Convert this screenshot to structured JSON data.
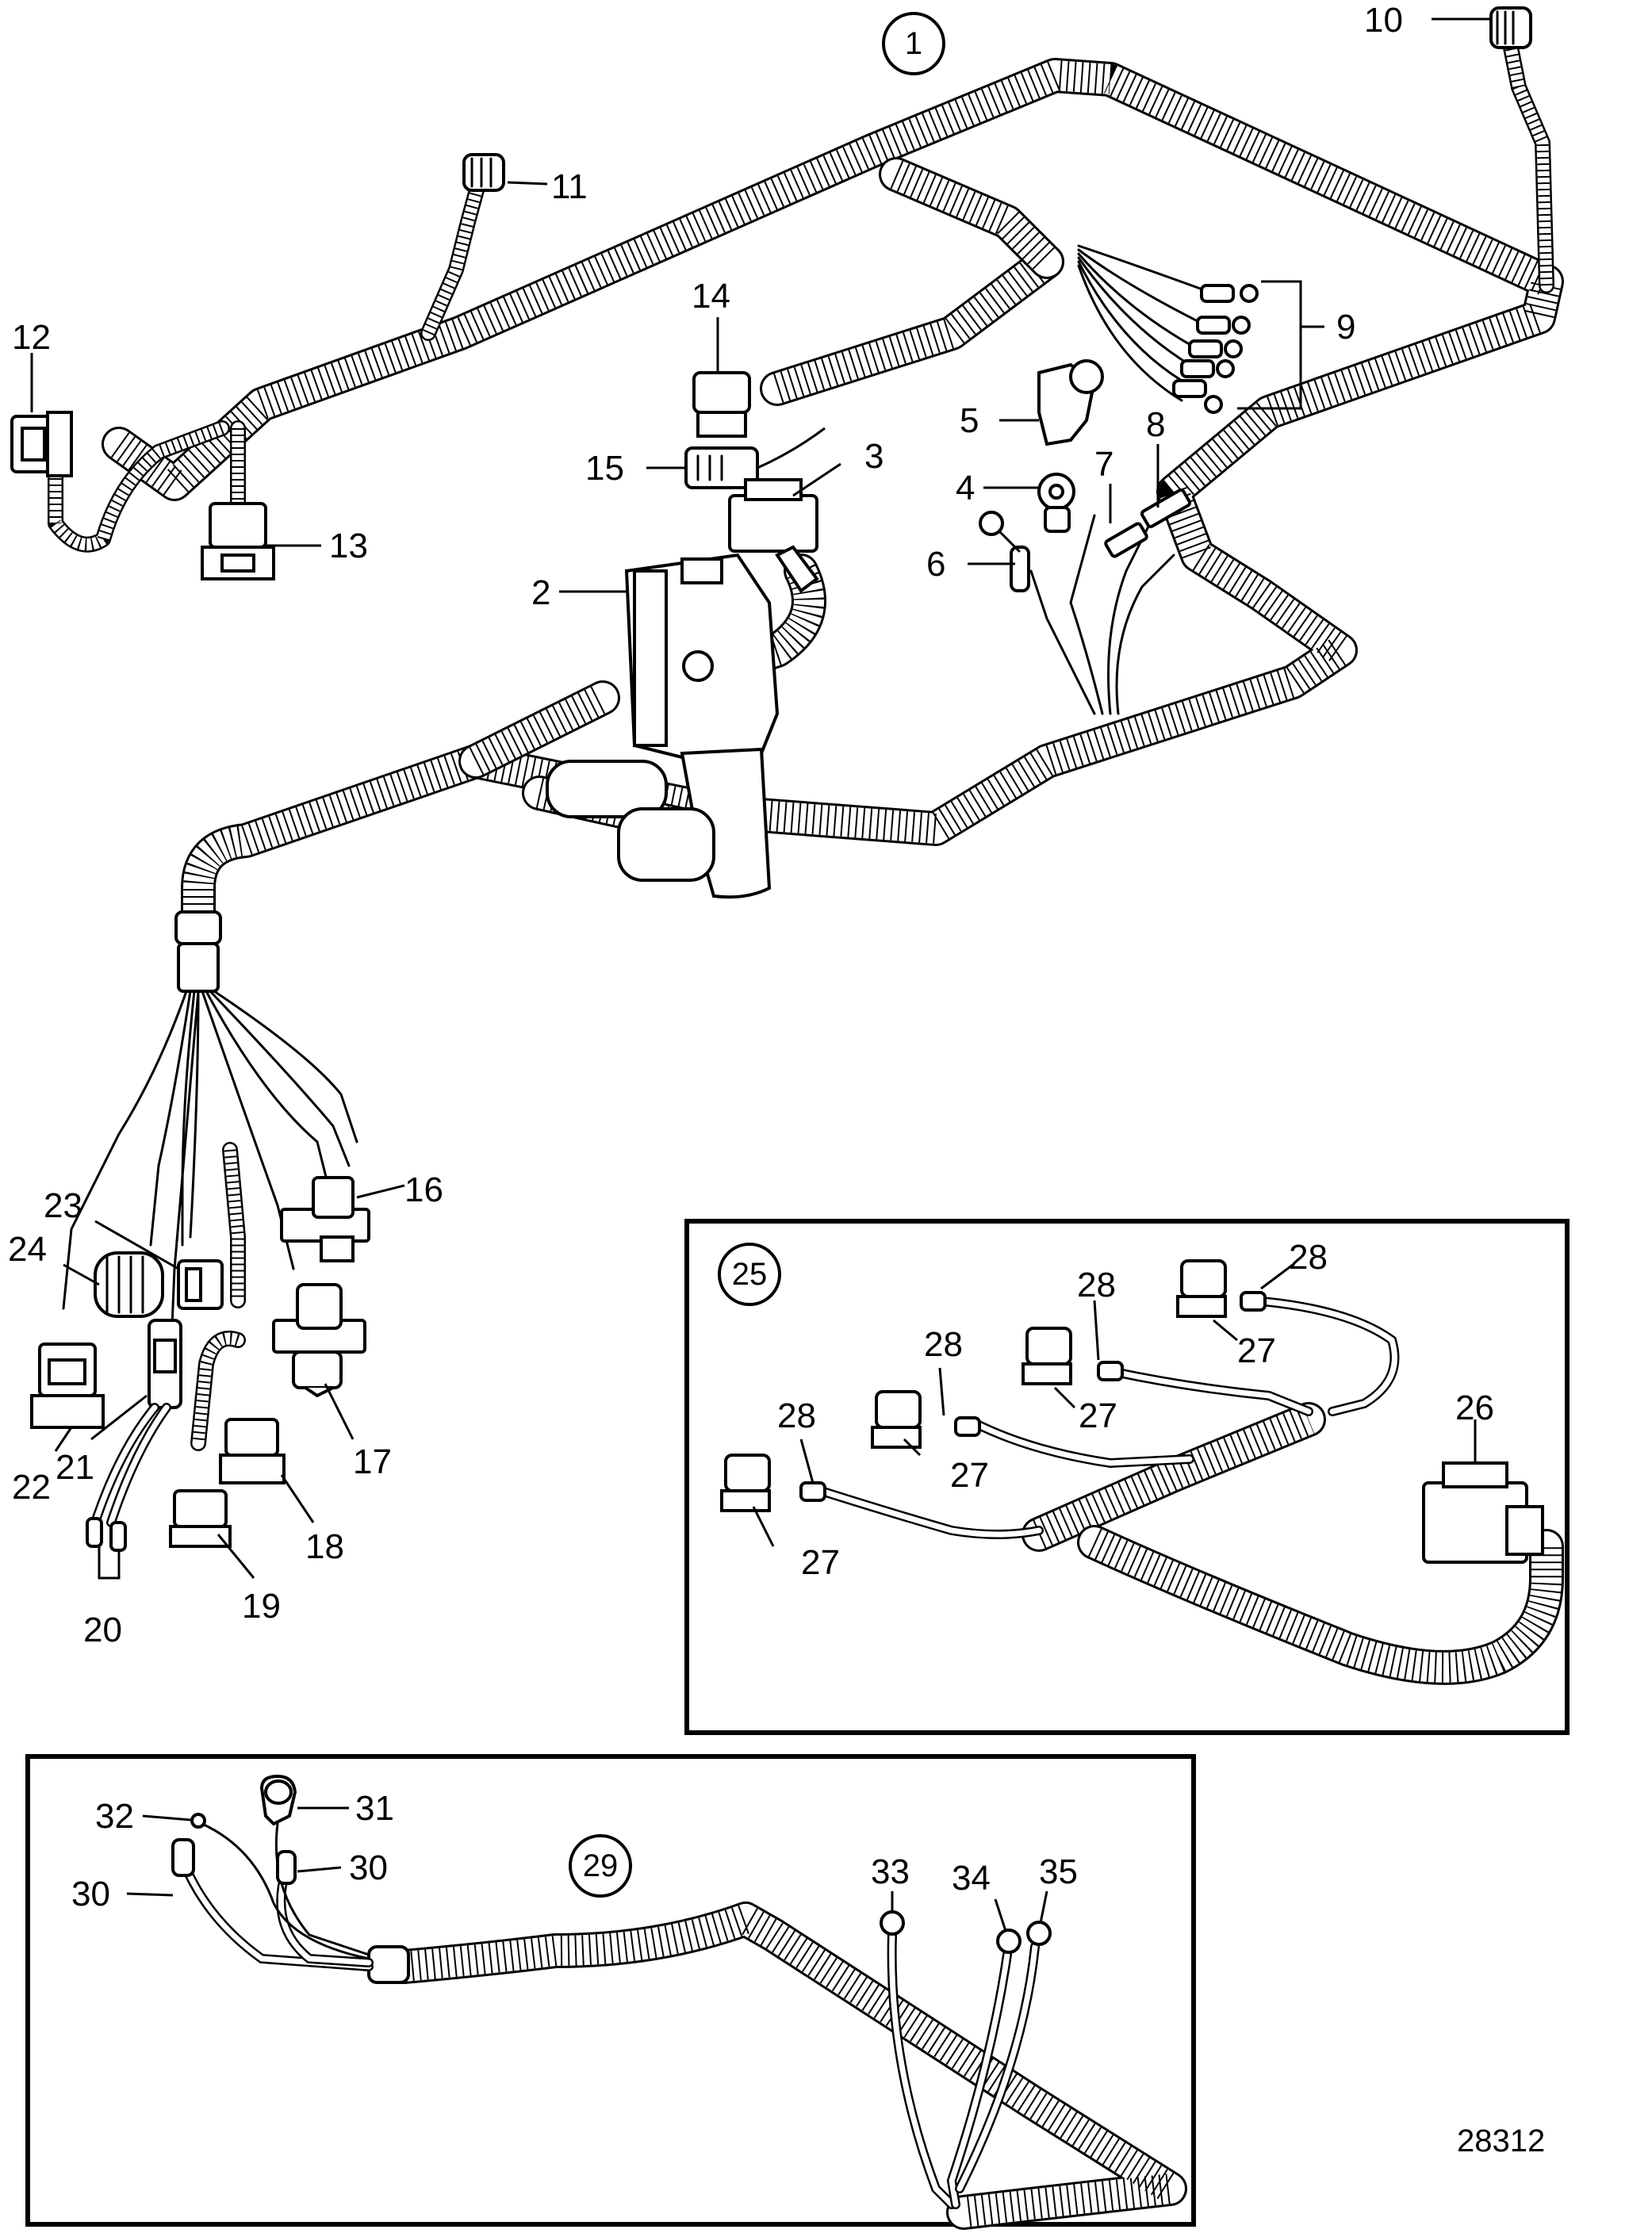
{
  "figure_number": "28312",
  "circled_refs": {
    "main": "1",
    "inset_a": "25",
    "inset_b": "29"
  },
  "labels": {
    "l2": "2",
    "l3": "3",
    "l4": "4",
    "l5": "5",
    "l6": "6",
    "l7": "7",
    "l8": "8",
    "l9": "9",
    "l10": "10",
    "l11": "11",
    "l12": "12",
    "l13": "13",
    "l14": "14",
    "l15": "15",
    "l16": "16",
    "l17": "17",
    "l18": "18",
    "l19": "19",
    "l20": "20",
    "l21": "21",
    "l22": "22",
    "l23": "23",
    "l24": "24",
    "l26": "26",
    "l27a": "27",
    "l27b": "27",
    "l27c": "27",
    "l27d": "27",
    "l28a": "28",
    "l28b": "28",
    "l28c": "28",
    "l28d": "28",
    "l30a": "30",
    "l30b": "30",
    "l31": "31",
    "l32": "32",
    "l33": "33",
    "l34": "34",
    "l35": "35"
  }
}
